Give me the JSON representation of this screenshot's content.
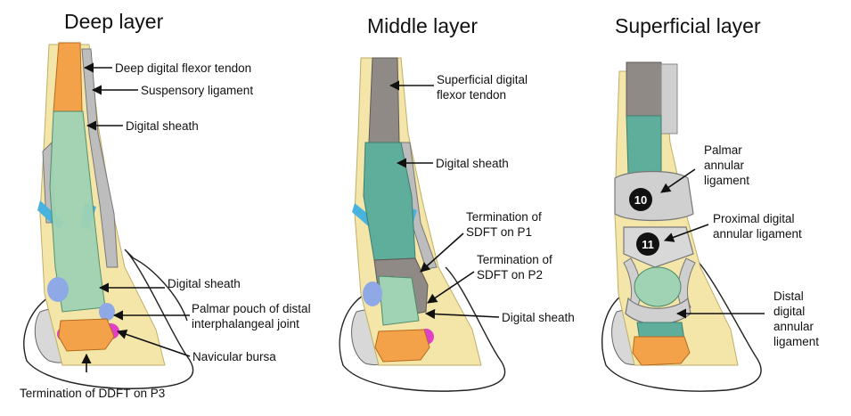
{
  "titles": {
    "deep": "Deep layer",
    "middle": "Middle layer",
    "superficial": "Superficial layer"
  },
  "deep": {
    "ddft": "Deep digital flexor tendon",
    "suspensory": "Suspensory ligament",
    "sheath_top": "Digital sheath",
    "sheath_low": "Digital sheath",
    "pouch_1": "Palmar pouch of distal",
    "pouch_2": "interphalangeal joint",
    "navicular": "Navicular bursa",
    "termination": "Termination of DDFT on P3"
  },
  "middle": {
    "sdft_1": "Superficial digital",
    "sdft_2": "flexor tendon",
    "sheath": "Digital sheath",
    "p1_1": "Termination of",
    "p1_2": "SDFT on P1",
    "p2_1": "Termination of",
    "p2_2": "SDFT on P2",
    "sheath_low": "Digital sheath"
  },
  "superficial": {
    "palmar_1": "Palmar",
    "palmar_2": "annular",
    "palmar_3": "ligament",
    "proximal_1": "Proximal digital",
    "proximal_2": "annular ligament",
    "distal_1": "Distal",
    "distal_2": "digital",
    "distal_3": "annular",
    "distal_4": "ligament",
    "badge_10": "10",
    "badge_11": "11"
  },
  "colors": {
    "tendon_orange": "#f4a24a",
    "sheath_green": "#9fd3b4",
    "tendon_grey": "#8f8a86",
    "ligament_grey": "#cfcfcf",
    "bone_yellow": "#f3e6a8",
    "hoof_outline": "#222222",
    "bursa_pink": "#e040c8",
    "pouch_blue": "#8fa8e6"
  }
}
